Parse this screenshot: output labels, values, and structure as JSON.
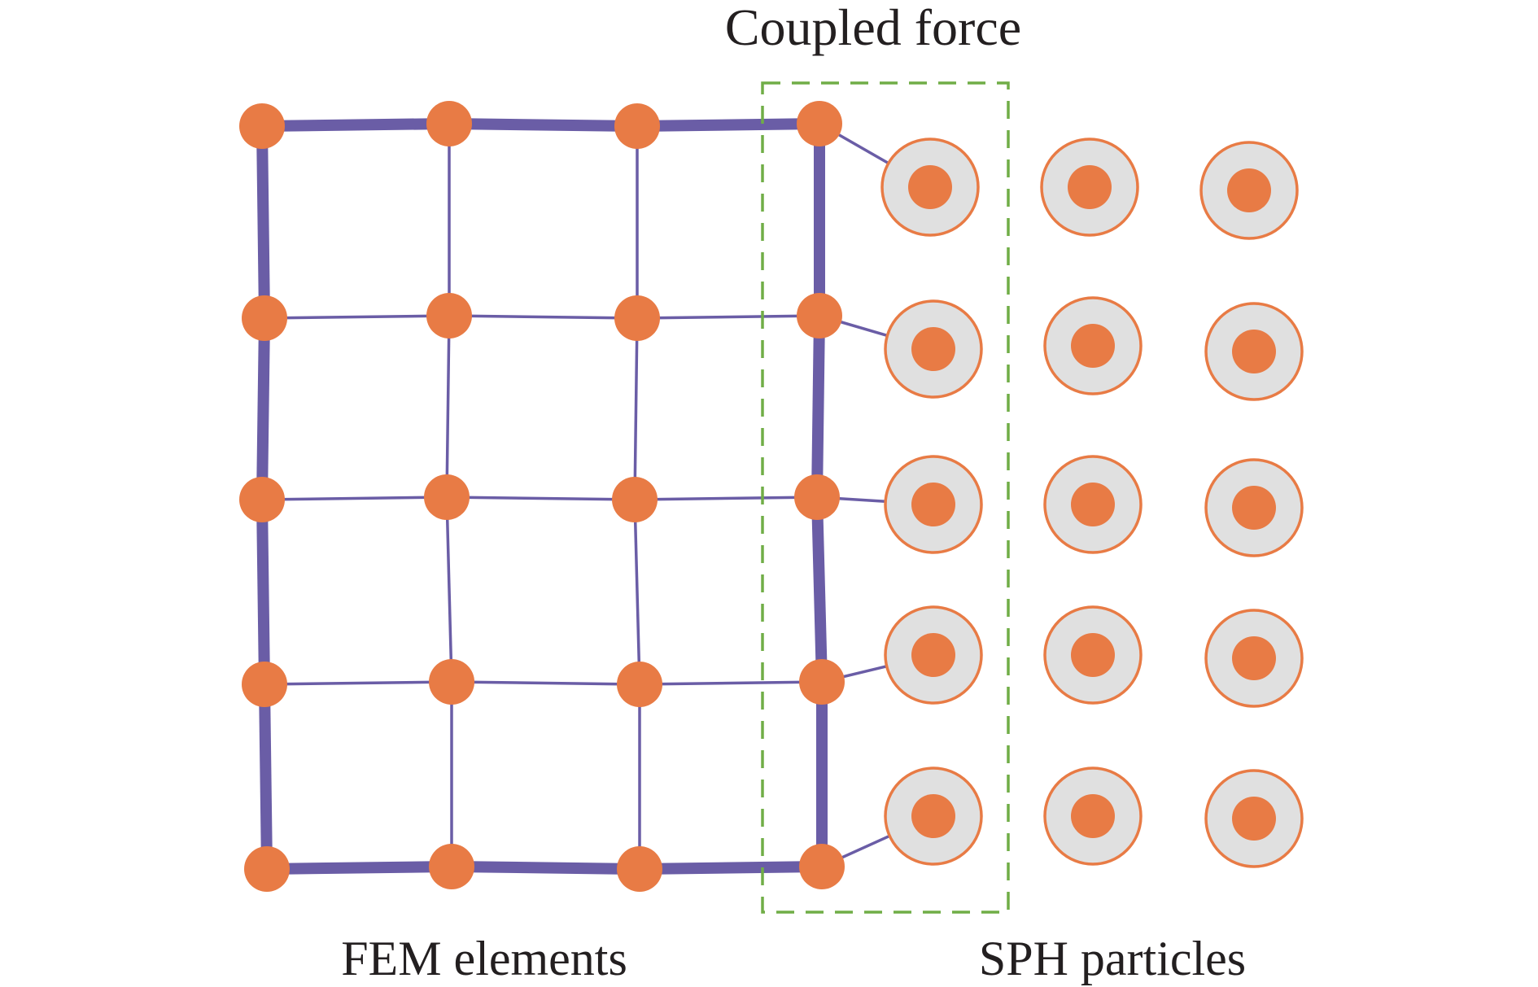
{
  "labels": {
    "coupled_force": "Coupled force",
    "fem_elements": "FEM elements",
    "sph_particles": "SPH particles"
  },
  "colors": {
    "mesh": "#6a5da6",
    "node": "#e87b45",
    "particle_fill": "#e0e0e0",
    "coupling_box": "#70ad47",
    "text": "#231f20"
  },
  "mesh": {
    "columns": 4,
    "rows": 5
  },
  "particles": {
    "columns": 3,
    "rows": 5
  }
}
